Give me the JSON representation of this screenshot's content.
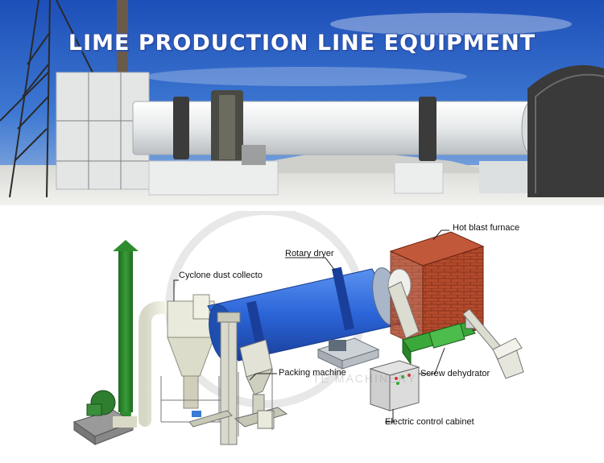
{
  "banner": {
    "title": "LIME PRODUCTION LINE EQUIPMENT"
  },
  "diagram": {
    "labels": {
      "cyclone": "Cyclone dust collecto",
      "rotary_dryer": "Rotary dryer",
      "hot_blast_furnace": "Hot blast furnace",
      "packing_machine": "Packing machine",
      "screw_dehydrator": "Screw dehydrator",
      "electric_cabinet": "Electric control cabinet"
    },
    "watermark": "TE MACHINERY"
  },
  "colors": {
    "sky": "#2f63c6",
    "kiln": "#e9ecec",
    "dryer_blue": "#2f6fe0",
    "chimney_green": "#2e8b2e",
    "brick": "#b0452a",
    "machine_green": "#3aa83a"
  }
}
